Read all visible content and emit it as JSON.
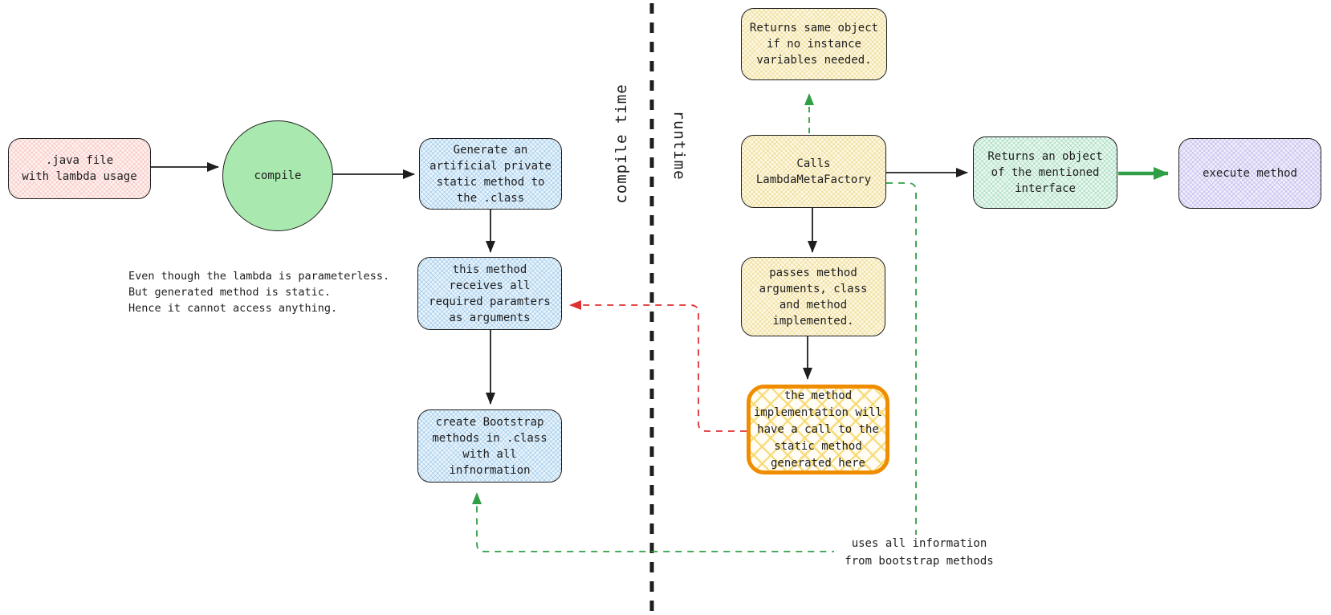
{
  "nodes": {
    "java_file": ".java file\nwith lambda usage",
    "compile": "compile",
    "generate": "Generate an\nartificial private\nstatic method to\nthe .class",
    "receives": "this method\nreceives all\nrequired paramters\nas arguments",
    "bootstrap": "create Bootstrap\nmethods in .class\nwith all\ninfnormation",
    "returns_same": "Returns same object\nif no instance\nvariables needed.",
    "calls_lmf": "Calls\nLambdaMetaFactory",
    "passes": "passes method\narguments, class\nand method\nimplemented.",
    "impl": "the method\nimplementation will\nhave a call to the\nstatic method\ngenerated here",
    "returns_obj": "Returns an object\nof the mentioned\ninterface",
    "execute": "execute method"
  },
  "labels": {
    "compile_time": "compile time",
    "runtime": "runtime"
  },
  "annotations": {
    "static_note": "Even though the lambda is parameterless.\nBut generated method is static.\nHence it cannot access anything.",
    "uses_info": "uses all information\nfrom bootstrap methods"
  },
  "colors": {
    "stroke": "#1e1e1e",
    "green_accent": "#2f9e44",
    "red_accent": "#e03131",
    "orange_accent": "#f08c00"
  }
}
